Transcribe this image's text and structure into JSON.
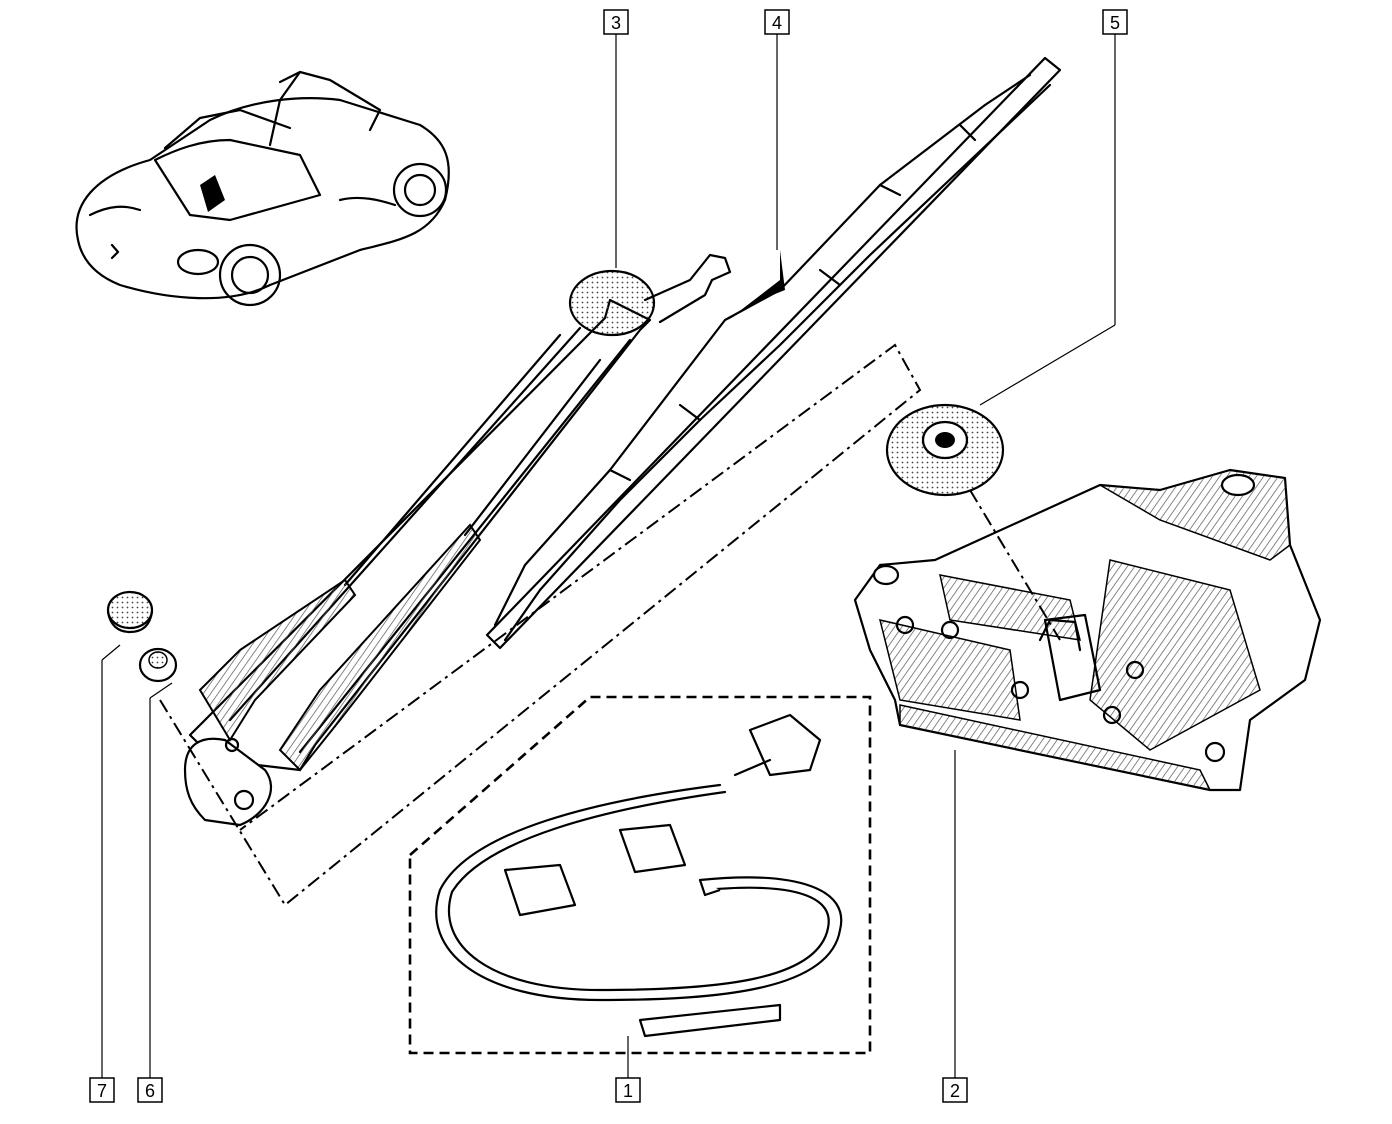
{
  "diagram": {
    "callouts": [
      {
        "id": "1",
        "label": "1",
        "part": "washer-hose-kit"
      },
      {
        "id": "2",
        "label": "2",
        "part": "wiper-motor-assembly"
      },
      {
        "id": "3",
        "label": "3",
        "part": "wiper-arm"
      },
      {
        "id": "4",
        "label": "4",
        "part": "wiper-blade"
      },
      {
        "id": "5",
        "label": "5",
        "part": "spindle-seal"
      },
      {
        "id": "6",
        "label": "6",
        "part": "spindle-nut"
      },
      {
        "id": "7",
        "label": "7",
        "part": "nut-cap"
      }
    ],
    "colors": {
      "ink": "#000000",
      "paper": "#ffffff",
      "hatch": "#555555"
    }
  }
}
